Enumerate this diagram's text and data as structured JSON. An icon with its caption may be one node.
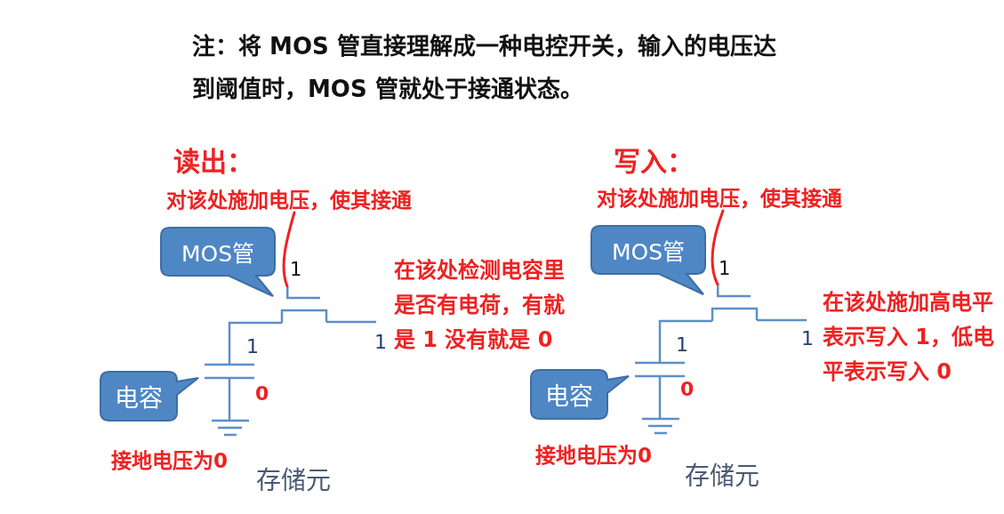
{
  "diagram": {
    "nodes": [
      {
        "text": [
          "对该处施加电压，使其接通"
        ]
      },
      {
        "text": [],
        "shape": "line"
      },
      {
        "text": [
          "MOS管"
        ]
      },
      {
        "text": [
          "电容"
        ]
      },
      {
        "text": [
          "对该处施加电压，使其接通"
        ]
      },
      {
        "text": [],
        "shape": "line"
      },
      {
        "text": [
          "MOS管"
        ]
      },
      {
        "text": [
          "电容"
        ]
      }
    ],
    "edges": [
      {
        "from": 0,
        "to": 1,
        "arrow": "none"
      },
      {
        "from": 4,
        "to": 5,
        "arrow": "none"
      }
    ],
    "labels": [
      "注：将 MOS 管直接理解成一种电控开关，输入的电压达到阈值时，MOS 管就处于接通状态。",
      "读出：",
      "1",
      "在该处检测电容里是否有电荷，有就是 1 没有就是 0",
      "1",
      "1",
      "0",
      "接地电压为0",
      "存储元",
      "写入：",
      "1",
      "在该处施加高电平表示写入 1，低电平表示写入 0",
      "1",
      "1",
      "0",
      "接地电压为0",
      "存储元"
    ]
  }
}
